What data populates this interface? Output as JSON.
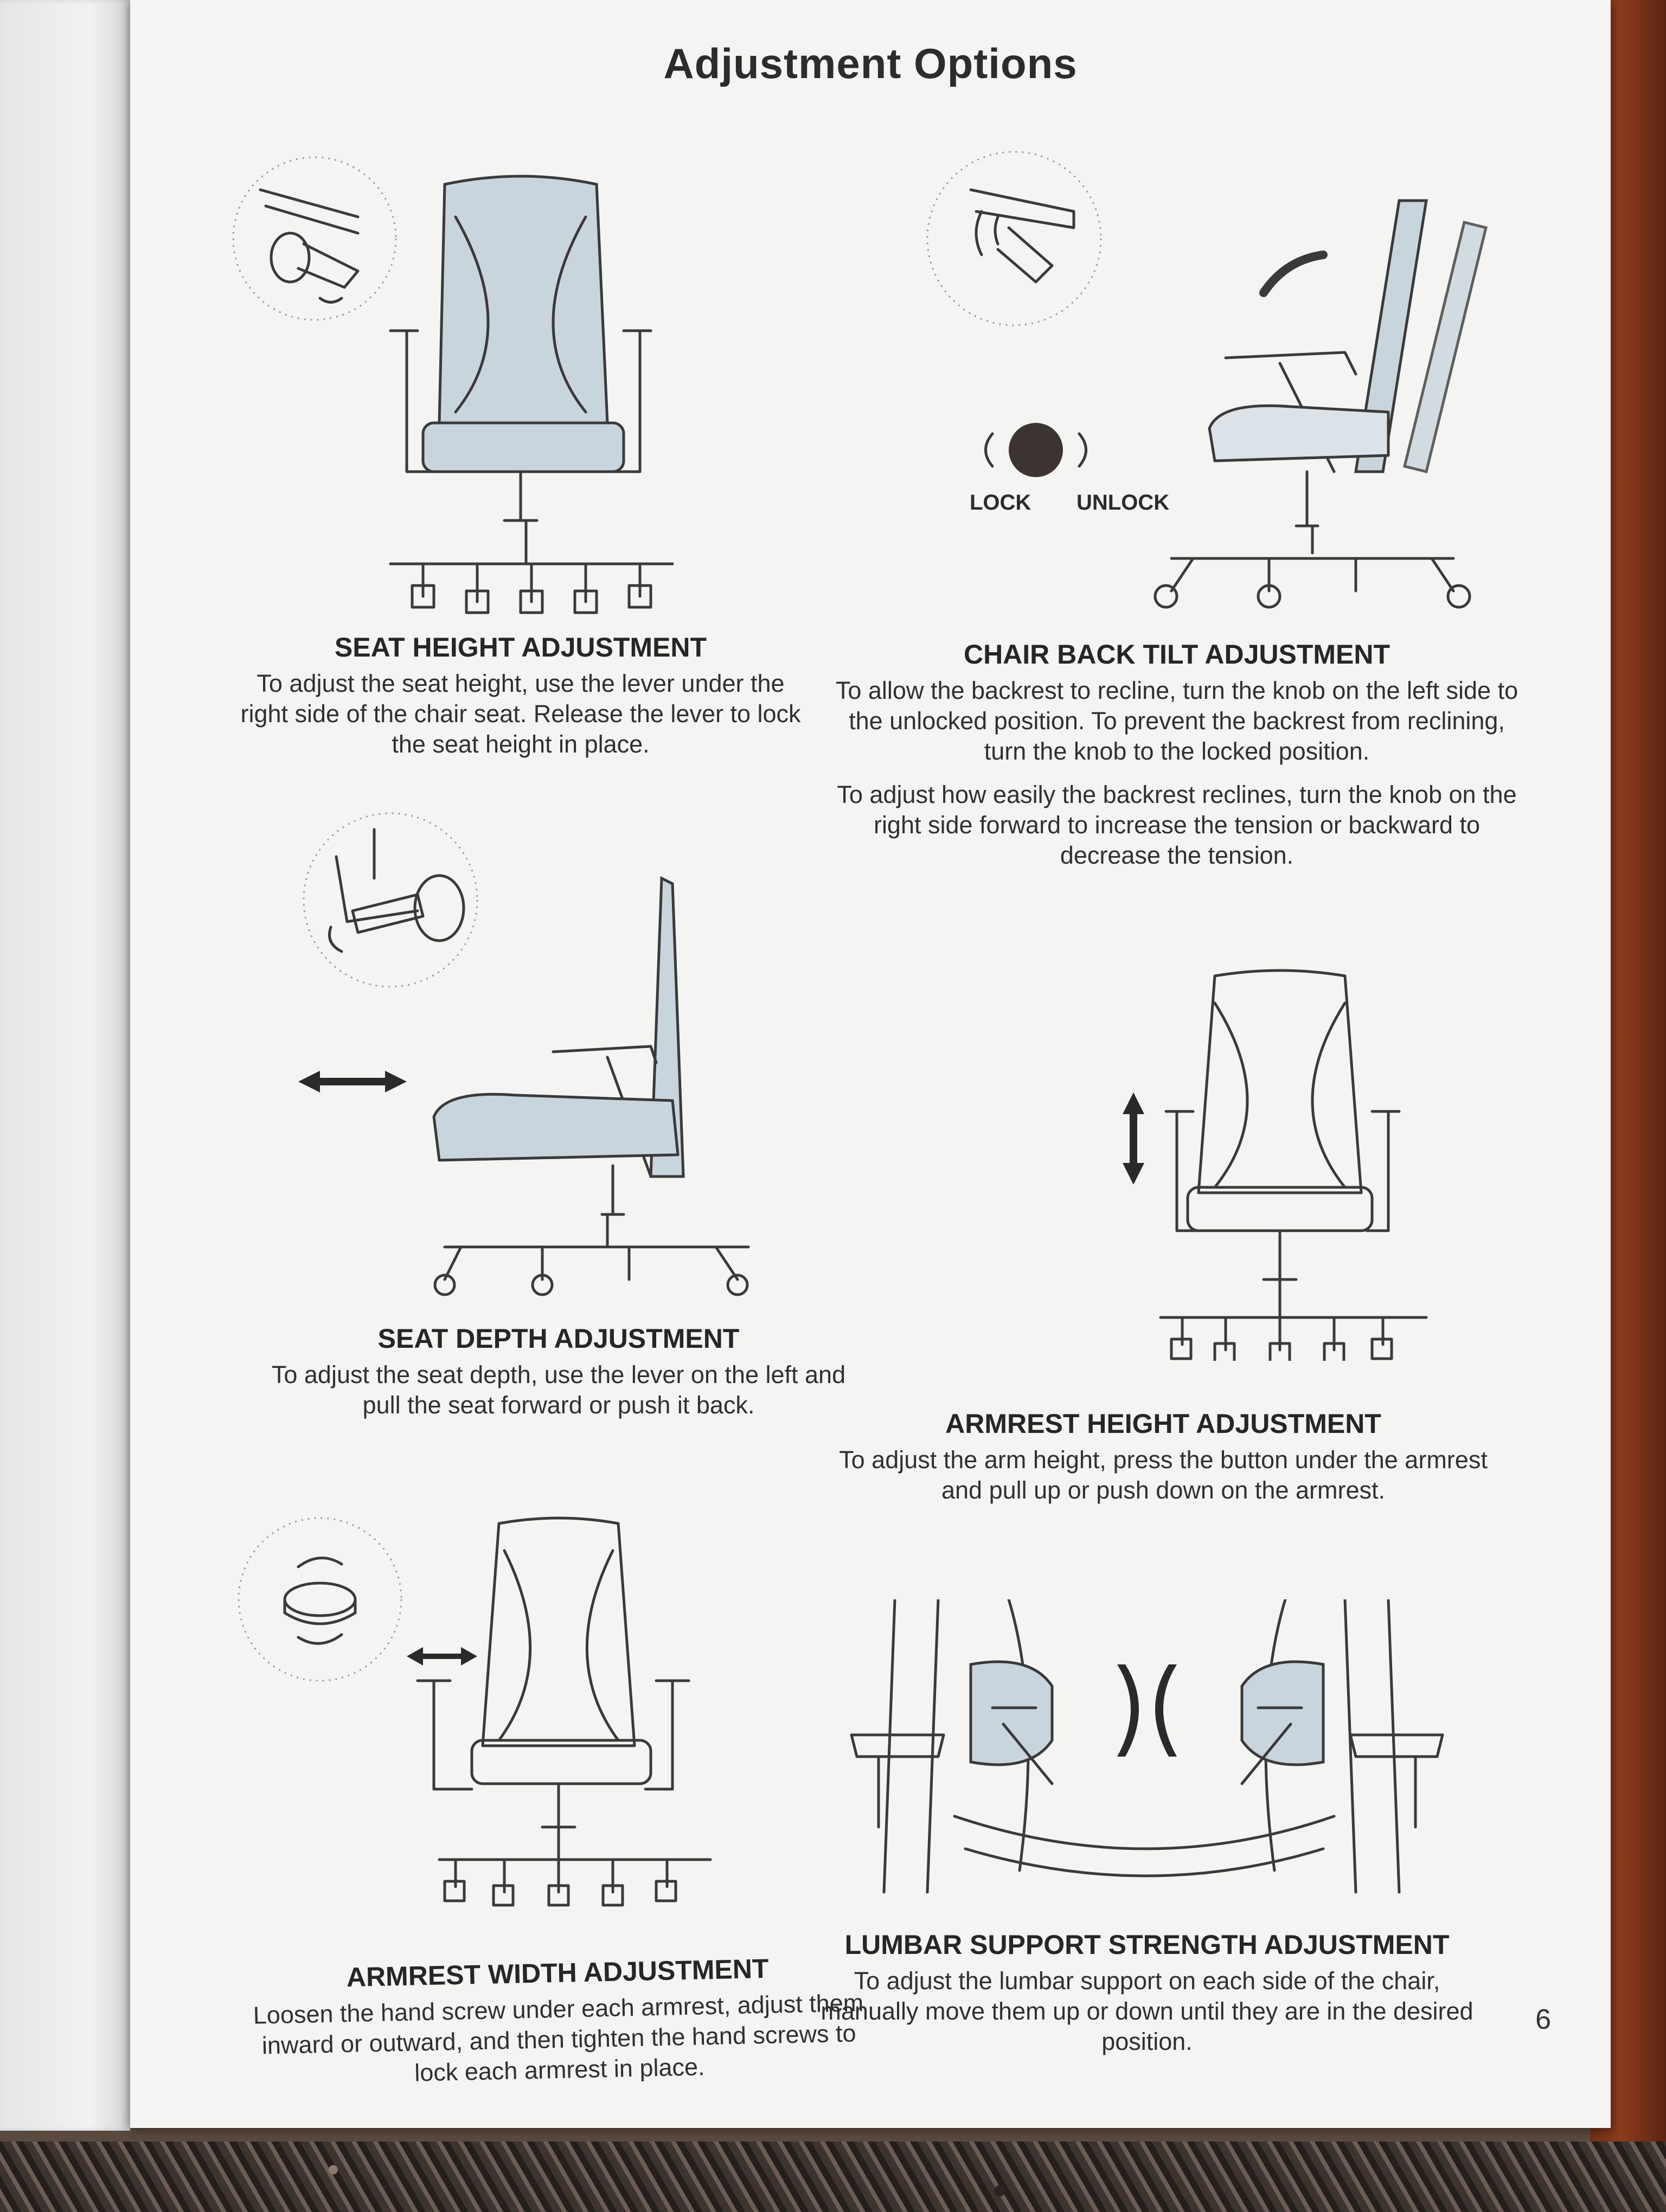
{
  "page": {
    "title": "Adjustment Options",
    "page_number": "6"
  },
  "sections": {
    "seat_height": {
      "heading": "SEAT HEIGHT ADJUSTMENT",
      "body": "To adjust the seat height, use the lever under the right side of the chair seat. Release the lever to lock the seat height in place."
    },
    "back_tilt": {
      "heading": "CHAIR BACK TILT ADJUSTMENT",
      "body": "To allow the backrest to recline, turn the knob on the left side to the unlocked position. To prevent the backrest from reclining, turn the knob to the locked position.",
      "body2": "To adjust how easily the backrest reclines, turn the knob on the right side forward to increase the tension or backward to decrease the tension.",
      "lock_label": "LOCK",
      "unlock_label": "UNLOCK"
    },
    "seat_depth": {
      "heading": "SEAT DEPTH ADJUSTMENT",
      "body": "To adjust the seat depth, use the lever on the left and pull the seat forward or push it back."
    },
    "armrest_height": {
      "heading": "ARMREST HEIGHT ADJUSTMENT",
      "body": "To adjust the arm height, press the button under the armrest and pull up or push down on the armrest."
    },
    "armrest_width": {
      "heading": "ARMREST WIDTH  ADJUSTMENT",
      "body": "Loosen the hand screw under each armrest, adjust them inward or outward, and then tighten the hand screws to lock each armrest in place."
    },
    "lumbar": {
      "heading": "LUMBAR SUPPORT STRENGTH ADJUSTMENT",
      "body": "To adjust the lumbar support on each side of the chair, manually move them up or down until they are in the desired position."
    }
  },
  "colors": {
    "paper": "#f4f4f2",
    "ink": "#2b2b2b",
    "mesh_fill": "#c9d5dc"
  }
}
